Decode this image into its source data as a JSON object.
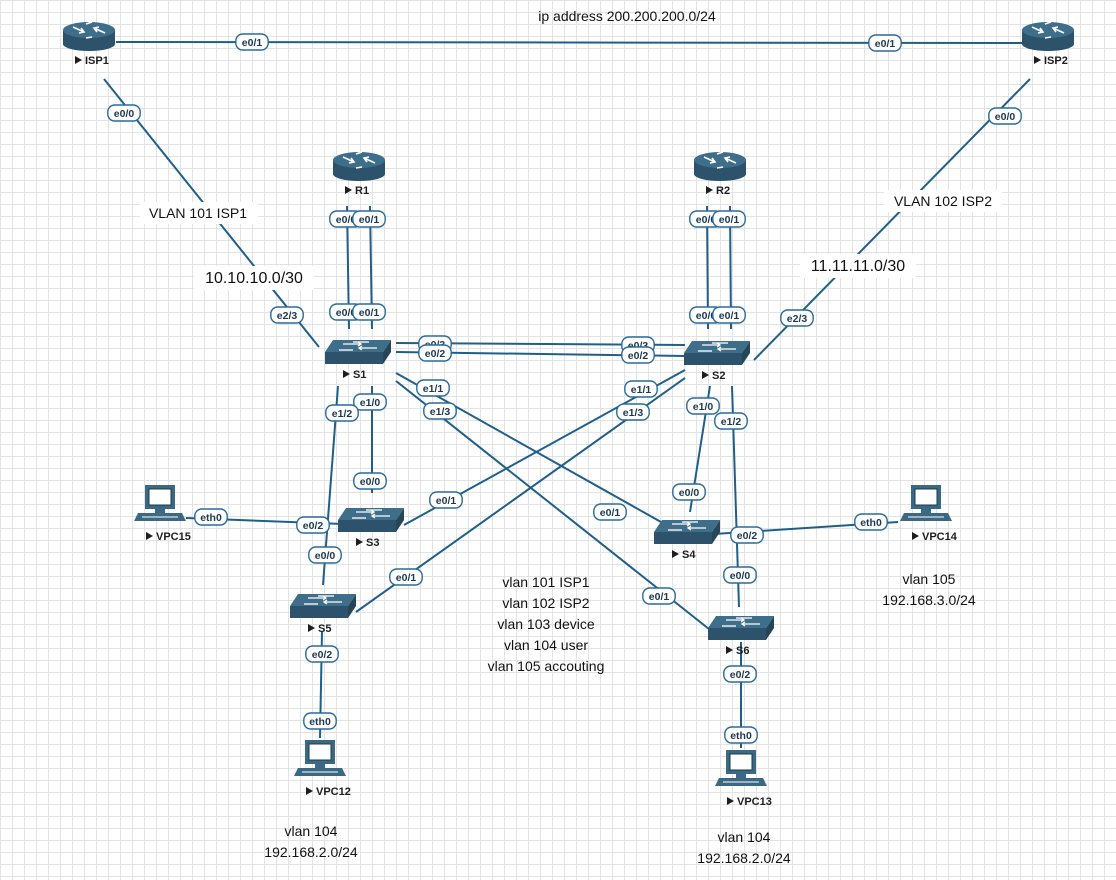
{
  "title_note": "ip address 200.200.200.0/24",
  "notes": {
    "vlan101_isp1": "VLAN 101 ISP1",
    "net_isp1": "10.10.10.0/30",
    "vlan102_isp2": "VLAN 102 ISP2",
    "net_isp2": "11.11.11.0/30",
    "legend_lines": [
      "vlan 101 ISP1",
      "vlan 102 ISP2",
      "vlan 103 device",
      "vlan 104 user",
      "vlan 105 accouting"
    ],
    "vpc14_vlan": "vlan 105",
    "vpc14_net": "192.168.3.0/24",
    "vpc12_vlan": "vlan 104",
    "vpc12_net": "192.168.2.0/24",
    "vpc13_vlan": "vlan 104",
    "vpc13_net": "192.168.2.0/24"
  },
  "devices": [
    {
      "id": "ISP1",
      "label": "ISP1",
      "type": "router"
    },
    {
      "id": "ISP2",
      "label": "ISP2",
      "type": "router"
    },
    {
      "id": "R1",
      "label": "R1",
      "type": "router"
    },
    {
      "id": "R2",
      "label": "R2",
      "type": "router"
    },
    {
      "id": "S1",
      "label": "S1",
      "type": "switch"
    },
    {
      "id": "S2",
      "label": "S2",
      "type": "switch"
    },
    {
      "id": "S3",
      "label": "S3",
      "type": "switch"
    },
    {
      "id": "S4",
      "label": "S4",
      "type": "switch"
    },
    {
      "id": "S5",
      "label": "S5",
      "type": "switch"
    },
    {
      "id": "S6",
      "label": "S6",
      "type": "switch"
    },
    {
      "id": "VPC15",
      "label": "VPC15",
      "type": "pc"
    },
    {
      "id": "VPC14",
      "label": "VPC14",
      "type": "pc"
    },
    {
      "id": "VPC12",
      "label": "VPC12",
      "type": "pc"
    },
    {
      "id": "VPC13",
      "label": "VPC13",
      "type": "pc"
    }
  ],
  "links": [
    {
      "a": "ISP1",
      "a_port": "e0/1",
      "b": "ISP2",
      "b_port": "e0/1"
    },
    {
      "a": "ISP1",
      "a_port": "e0/0",
      "b": "S1",
      "b_port": "e2/3"
    },
    {
      "a": "ISP2",
      "a_port": "e0/0",
      "b": "S2",
      "b_port": "e2/3"
    },
    {
      "a": "R1",
      "a_port": "e0/0",
      "b": "S1",
      "b_port": "e0/0"
    },
    {
      "a": "R1",
      "a_port": "e0/1",
      "b": "S1",
      "b_port": "e0/1"
    },
    {
      "a": "R2",
      "a_port": "e0/0",
      "b": "S2",
      "b_port": "e0/0"
    },
    {
      "a": "R2",
      "a_port": "e0/1",
      "b": "S2",
      "b_port": "e0/1"
    },
    {
      "a": "S1",
      "a_port": "e0/3",
      "b": "S2",
      "b_port": "e0/3"
    },
    {
      "a": "S1",
      "a_port": "e0/2",
      "b": "S2",
      "b_port": "e0/2"
    },
    {
      "a": "S1",
      "a_port": "e1/0",
      "b": "S3",
      "b_port": "e0/0"
    },
    {
      "a": "S1",
      "a_port": "e1/2",
      "b": "S5",
      "b_port": "e0/0"
    },
    {
      "a": "S1",
      "a_port": "e1/1",
      "b": "S4",
      "b_port": "e0/1"
    },
    {
      "a": "S1",
      "a_port": "e1/3",
      "b": "S6",
      "b_port": "e0/1"
    },
    {
      "a": "S2",
      "a_port": "e1/0",
      "b": "S4",
      "b_port": "e0/0"
    },
    {
      "a": "S2",
      "a_port": "e1/2",
      "b": "S6",
      "b_port": "e0/0"
    },
    {
      "a": "S2",
      "a_port": "e1/1",
      "b": "S3",
      "b_port": "e0/1"
    },
    {
      "a": "S2",
      "a_port": "e1/3",
      "b": "S5",
      "b_port": "e0/1"
    },
    {
      "a": "VPC15",
      "a_port": "eth0",
      "b": "S3",
      "b_port": "e0/2"
    },
    {
      "a": "VPC14",
      "a_port": "eth0",
      "b": "S4",
      "b_port": "e0/2"
    },
    {
      "a": "VPC12",
      "a_port": "eth0",
      "b": "S5",
      "b_port": "e0/2"
    },
    {
      "a": "VPC13",
      "a_port": "eth0",
      "b": "S6",
      "b_port": "e0/2"
    }
  ],
  "colors": {
    "link": "#1f5f8a",
    "device_top": "#3f6e8a",
    "device_side": "#2c536b",
    "pc_body": "#3b6882"
  }
}
